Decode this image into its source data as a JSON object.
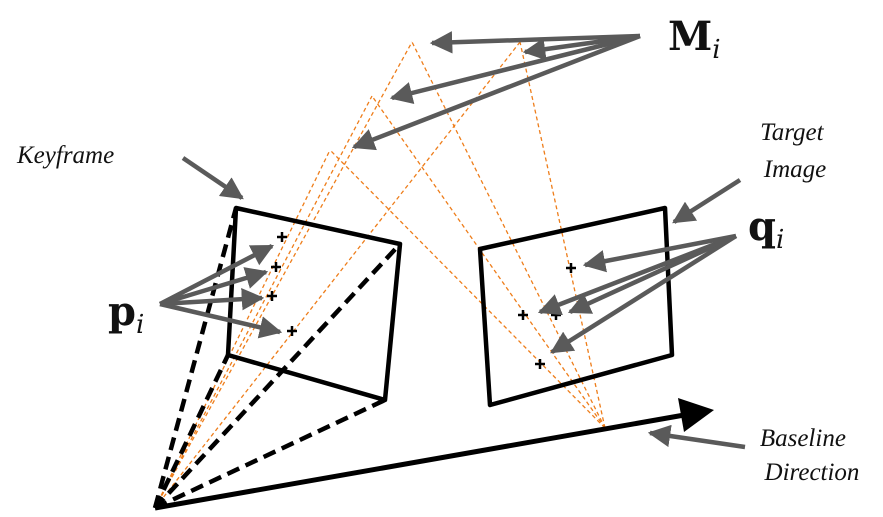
{
  "labels": {
    "keyframe": "Keyframe",
    "target_line1": "Target",
    "target_line2": "Image",
    "baseline_line1": "Baseline",
    "baseline_line2": "Direction",
    "M_main": "M",
    "M_sub": "i",
    "q_main": "q",
    "q_sub": "i",
    "p_main": "p",
    "p_sub": "i"
  },
  "colors": {
    "frame": "#000000",
    "ray": "#ee7d1a",
    "arrow": "#5a5a5a",
    "text": "#111111"
  }
}
